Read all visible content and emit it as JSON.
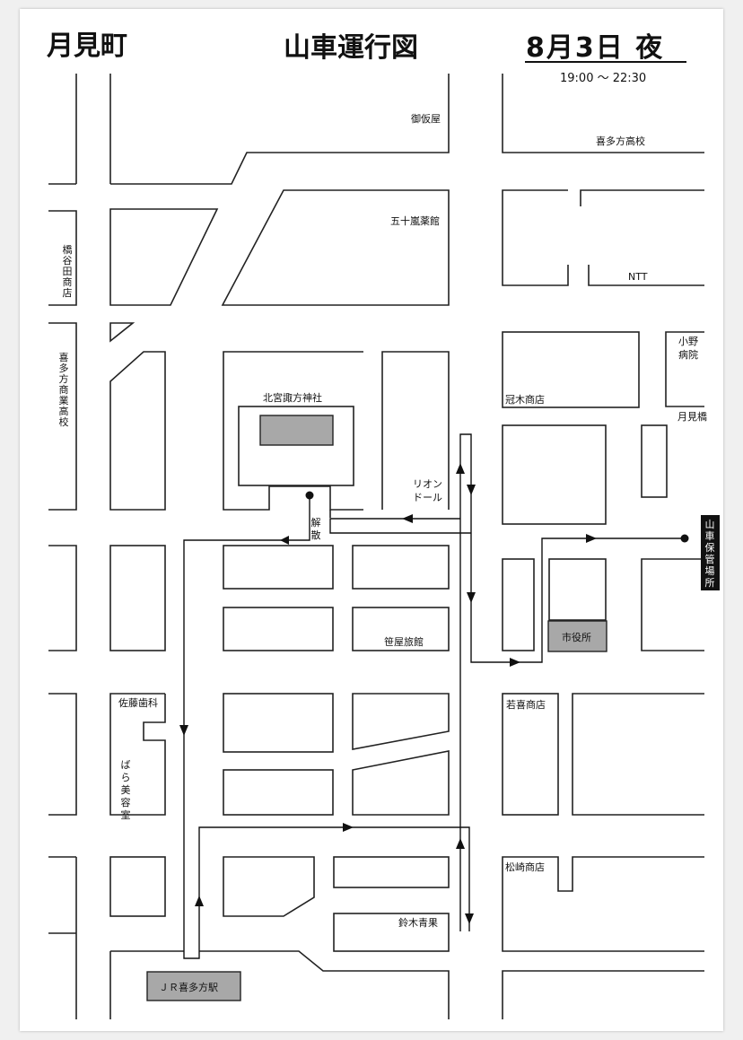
{
  "header": {
    "town": "月見町",
    "title": "山車運行図",
    "date": "8月3日 夜",
    "time": "19:00 ～ 22:30"
  },
  "labels": {
    "gokariya": "御仮屋",
    "kitakata_high": "喜多方高校",
    "igarashi": "五十嵐薬館",
    "ntt": "NTT",
    "hashiyada": "橋谷田商店",
    "kitakata_commercial": "喜多方商業高校",
    "shrine": "北宮諏方神社",
    "kanmuriki": "冠木商店",
    "ono_hospital": "小野病院",
    "tsukimi_bridge": "月見橋",
    "rion_doll": "リオンドール",
    "disband": "解散",
    "dashi_storage": "山車保管場所",
    "city_hall": "市役所",
    "sasaya": "笹屋旅館",
    "sato_dental": "佐藤歯科",
    "bara_salon": "ばら美容室",
    "wakaki": "若喜商店",
    "matsuzaki": "松崎商店",
    "suzuki": "鈴木青果",
    "station": "ＪＲ喜多方駅"
  },
  "colors": {
    "route": "#111111",
    "building_fill": "#a8a8a8",
    "storage_bg": "#111111"
  }
}
